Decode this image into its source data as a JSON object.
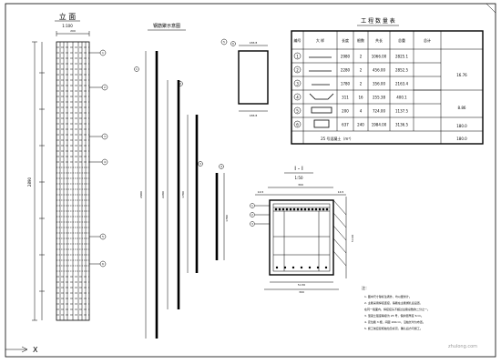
{
  "front_view": {
    "title": "立 面",
    "scale": "1:100"
  },
  "rebar_diagram": {
    "title": "钢筋聚示意图"
  },
  "quantity_table": {
    "title": "工 程 数 量 表",
    "headers": [
      "编号",
      "大 样",
      "长度",
      "根数",
      "共长",
      "总重",
      "总计"
    ],
    "rows": [
      {
        "id": "1",
        "length": "2980",
        "count": "2",
        "total_len": "1066.00",
        "weight": "2825.1"
      },
      {
        "id": "2",
        "length": "2280",
        "count": "2",
        "total_len": "456.00",
        "weight": "2852.5"
      },
      {
        "id": "3",
        "length": "1780",
        "count": "2",
        "total_len": "356.00",
        "weight": "2163.4"
      },
      {
        "id": "4",
        "length": "311",
        "count": "16",
        "total_len": "255.38",
        "weight": "400.1"
      },
      {
        "id": "5",
        "length": "200",
        "count": "4",
        "total_len": "724.00",
        "weight": "1137.5"
      },
      {
        "id": "6",
        "length": "637",
        "count": "240",
        "total_len": "1984.00",
        "weight": "3136.5"
      }
    ],
    "totals": {
      "col1": "16.76",
      "col2": "8.86",
      "col3": "180.0"
    },
    "concrete_label": "25 号混凝土（m³）",
    "concrete_total": "180.0"
  },
  "section": {
    "title": "I - I",
    "scale": "1:50"
  },
  "notes": {
    "title": "注：",
    "lines": [
      "1. 图中尺寸除标注者外，均以厘米计。",
      "2. 主筋采用焊接连接，箍筋在主筋绑扎后设置，",
      "   在同一截面内，焊接接头不超过主筋总数的二分之一。",
      "3. 混凝土强度等级为 25 号，保护层厚度 5cm。",
      "4. 定位筋 3 根，间距 200cm，沿桩长均匀布置。",
      "5. 施工前应复核桩位及标高，确认后方可施工。"
    ]
  },
  "watermark": "zhulong.com",
  "axis_label": "X"
}
